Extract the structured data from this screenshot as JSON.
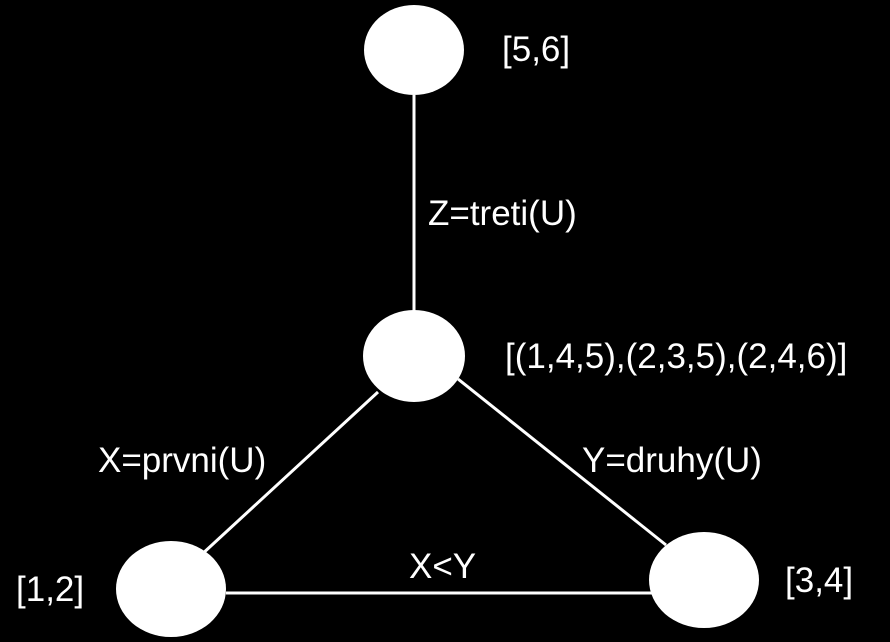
{
  "colors": {
    "background": "#000000",
    "foreground": "#ffffff"
  },
  "nodes": {
    "top": {
      "label": "[5,6]"
    },
    "center": {
      "label": "[(1,4,5),(2,3,5),(2,4,6)]"
    },
    "left": {
      "label": "[1,2]"
    },
    "right": {
      "label": "[3,4]"
    }
  },
  "edges": {
    "top_center": {
      "label": "Z=treti(U)"
    },
    "center_left": {
      "label": "X=prvni(U)"
    },
    "center_right": {
      "label": "Y=druhy(U)"
    },
    "left_right": {
      "label": "X<Y"
    }
  }
}
